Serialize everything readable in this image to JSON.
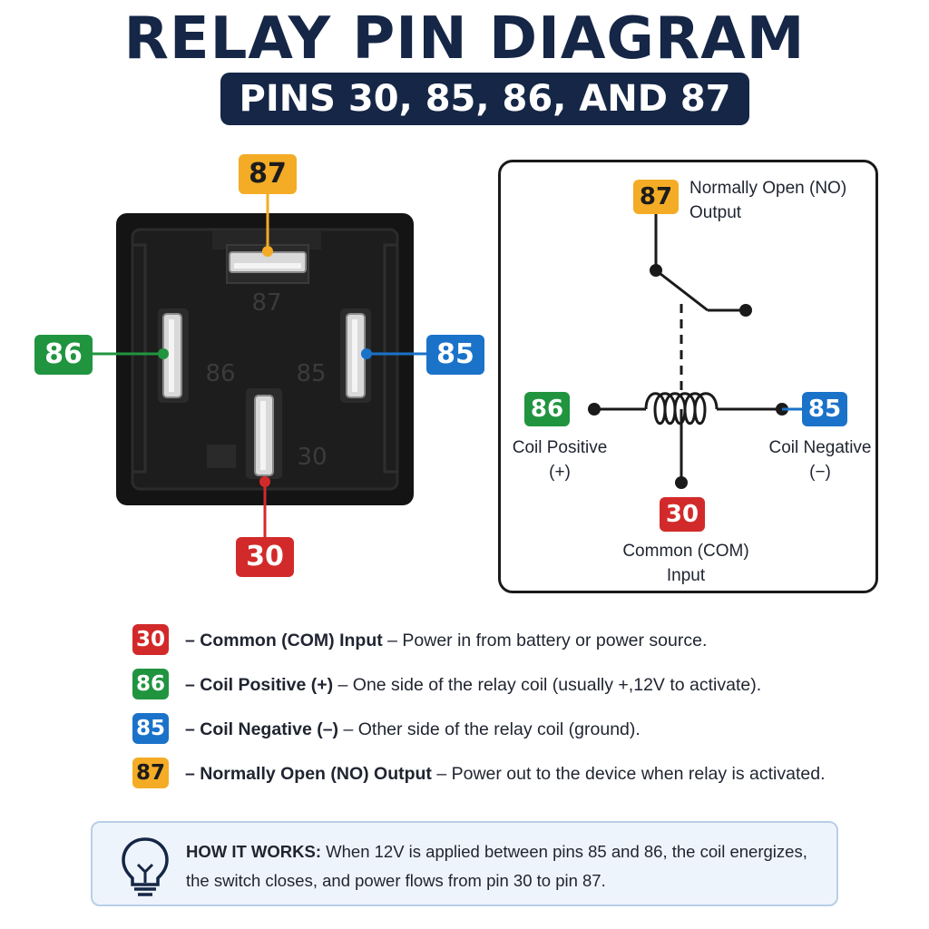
{
  "title": "RELAY PIN DIAGRAM",
  "subtitle": "PINS 30, 85, 86, AND 87",
  "relay_photo": {
    "pin_top": "87",
    "pin_left": "86",
    "pin_right": "85",
    "pin_bottom": "30",
    "embossed": {
      "top": "87",
      "left": "86",
      "right": "85",
      "bottom": "30"
    }
  },
  "schematic": {
    "pin87": {
      "label": "87",
      "text_line1": "Normally Open (NO)",
      "text_line2": "Output"
    },
    "pin86": {
      "label": "86",
      "text_line1": "Coil Positive",
      "text_line2": "(+)"
    },
    "pin85": {
      "label": "85",
      "text_line1": "Coil Negative",
      "text_line2": "(−)"
    },
    "pin30": {
      "label": "30",
      "text_line1": "Common (COM)",
      "text_line2": "Input"
    }
  },
  "legend": [
    {
      "pin": "30",
      "name": "– Common (COM) Input",
      "desc": " – Power in from battery or power source.",
      "color": "#d22a2a"
    },
    {
      "pin": "86",
      "name": "– Coil Positive (+)",
      "desc": " – One side of the relay coil (usually +,12V to activate).",
      "color": "#21943f"
    },
    {
      "pin": "85",
      "name": "– Coil Negative (–)",
      "desc": " – Other side of the relay coil (ground).",
      "color": "#1a72c9"
    },
    {
      "pin": "87",
      "name": "– Normally Open (NO) Output",
      "desc": " – Power out to the device when relay is activated.",
      "color": "#f4ac26"
    }
  ],
  "how_it_works": {
    "heading": "HOW IT WORKS:",
    "text": " When 12V is applied between pins 85 and 86, the coil energizes, the switch closes, and power flows from pin 30 to pin 87."
  },
  "colors": {
    "navy": "#152646",
    "yellow": "#f4ac26",
    "green": "#21943f",
    "blue": "#1a72c9",
    "red": "#d22a2a"
  },
  "icons": {
    "info": "lightbulb-icon"
  }
}
